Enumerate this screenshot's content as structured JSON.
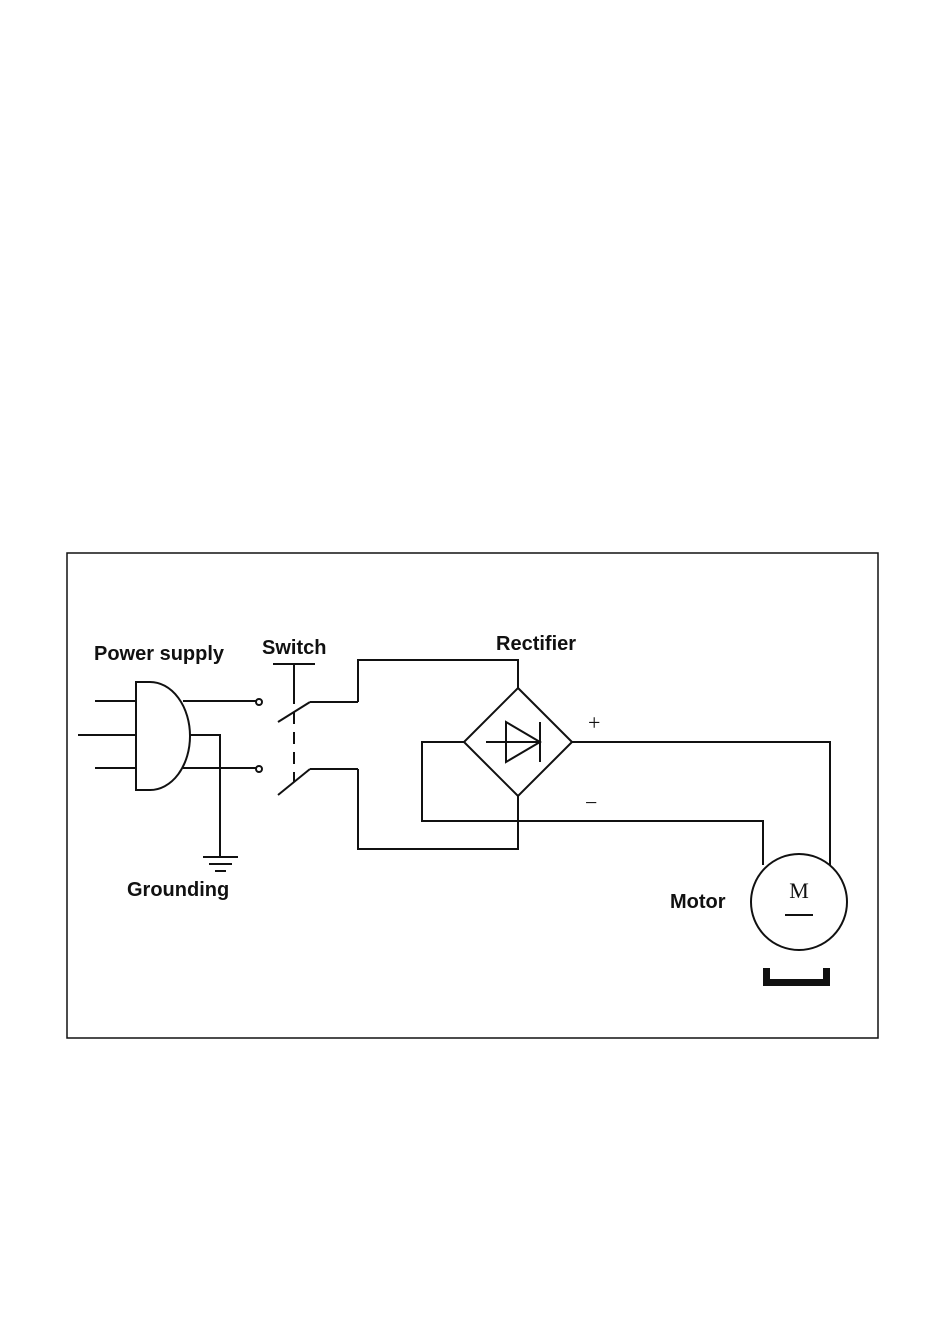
{
  "labels": {
    "power_supply": "Power supply",
    "switch": "Switch",
    "rectifier": "Rectifier",
    "grounding": "Grounding",
    "motor": "Motor",
    "motor_symbol": "M",
    "plus_sign": "+",
    "minus_sign": "−"
  },
  "colors": {
    "stroke": "#111111",
    "background": "#ffffff"
  }
}
